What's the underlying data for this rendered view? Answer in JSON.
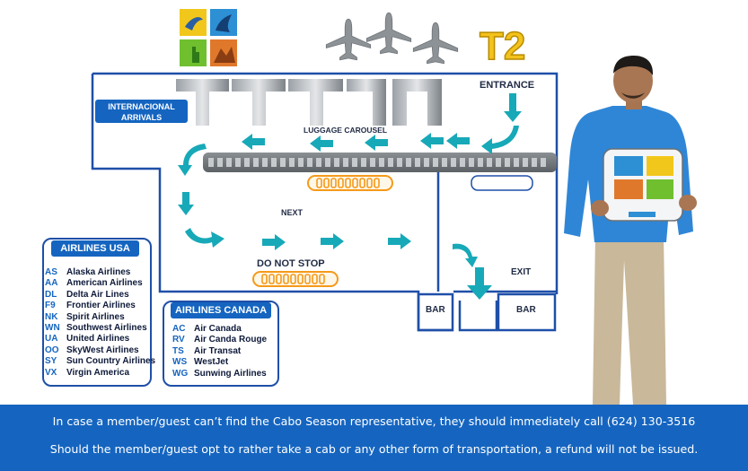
{
  "terminal": {
    "code": "T2"
  },
  "labels": {
    "entrance": "ENTRANCE",
    "international_arrivals_line1": "INTERNACIONAL",
    "international_arrivals_line2": "ARRIVALS",
    "luggage_carousel": "LUGGAGE CAROUSEL",
    "next": "NEXT",
    "do_not_stop": "DO NOT STOP",
    "exit": "EXIT",
    "bar_left": "BAR",
    "bar_right": "BAR"
  },
  "airlines_usa": {
    "title": "AIRLINES USA",
    "items": [
      {
        "code": "AS",
        "name": "Alaska Airlines"
      },
      {
        "code": "AA",
        "name": "American Airlines"
      },
      {
        "code": "DL",
        "name": "Delta Air Lines"
      },
      {
        "code": "F9",
        "name": "Frontier Airlines"
      },
      {
        "code": "NK",
        "name": "Spirit Airlines"
      },
      {
        "code": "WN",
        "name": "Southwest Airlines"
      },
      {
        "code": "UA",
        "name": "United Airlines"
      },
      {
        "code": "OO",
        "name": "SkyWest Airlines"
      },
      {
        "code": "SY",
        "name": "Sun Country Airlines"
      },
      {
        "code": "VX",
        "name": "Virgin America"
      }
    ]
  },
  "airlines_canada": {
    "title": "AIRLINES CANADA",
    "items": [
      {
        "code": "AC",
        "name": "Air Canada"
      },
      {
        "code": "RV",
        "name": "Air Canda Rouge"
      },
      {
        "code": "TS",
        "name": "Air Transat"
      },
      {
        "code": "WS",
        "name": "WestJet"
      },
      {
        "code": "WG",
        "name": "Sunwing Airlines"
      }
    ]
  },
  "footer": {
    "line1": "In case a member/guest can’t find the Cabo Season representative, they should immediately call (624) 130-3516",
    "line2": "Should the member/guest opt to rather take a cab or any other form of transportation, a refund will not be issued."
  },
  "colors": {
    "teal": "#17a9b8",
    "blue_banner": "#1565c0",
    "outline": "#1f4fa8",
    "t2_yellow": "#f3c21c",
    "orange_belt": "#f59a1a",
    "shirt": "#2f86d6"
  },
  "icons": [
    "airplane-icon",
    "logo-tile-icon",
    "arrow-icon",
    "representative-person"
  ]
}
